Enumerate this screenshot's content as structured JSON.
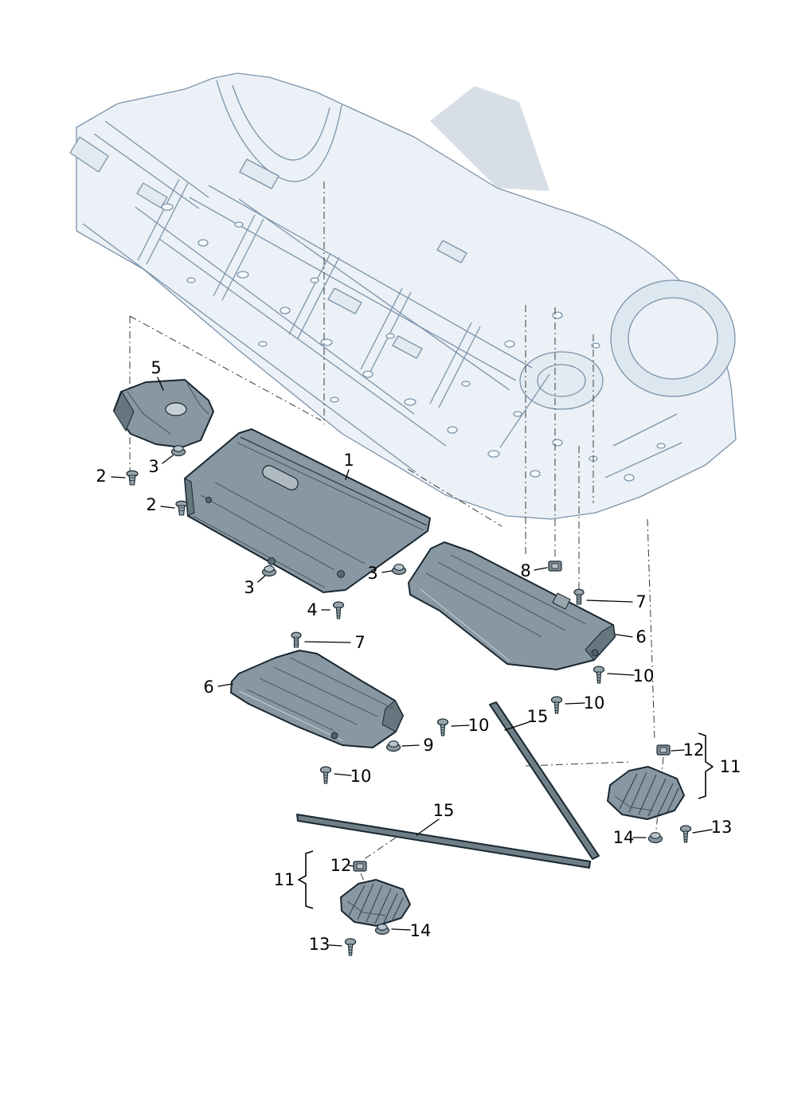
{
  "diagram": {
    "colors": {
      "background": "#ffffff",
      "body_line": "#7b93ab",
      "body_fill": "#ebf1f6",
      "part_fill": "#8897a1",
      "part_dark": "#66767f",
      "part_light": "#aeb9c0",
      "part_outline": "#182730",
      "callout_text": "#000000"
    },
    "icons": {
      "screw": "screw-icon",
      "grommet_nut": "nut-icon",
      "expanding_rivet": "rivet-icon",
      "push_pin": "pin-icon",
      "clip": "clip-icon"
    },
    "callouts": [
      {
        "label": "5"
      },
      {
        "label": "2"
      },
      {
        "label": "3"
      },
      {
        "label": "1"
      },
      {
        "label": "2"
      },
      {
        "label": "3"
      },
      {
        "label": "3"
      },
      {
        "label": "4"
      },
      {
        "label": "8"
      },
      {
        "label": "7"
      },
      {
        "label": "6"
      },
      {
        "label": "10"
      },
      {
        "label": "10"
      },
      {
        "label": "7"
      },
      {
        "label": "6"
      },
      {
        "label": "10"
      },
      {
        "label": "9"
      },
      {
        "label": "10"
      },
      {
        "label": "15"
      },
      {
        "label": "12"
      },
      {
        "label": "11"
      },
      {
        "label": "13"
      },
      {
        "label": "14"
      },
      {
        "label": "15"
      },
      {
        "label": "12"
      },
      {
        "label": "11"
      },
      {
        "label": "14"
      },
      {
        "label": "13"
      }
    ]
  }
}
